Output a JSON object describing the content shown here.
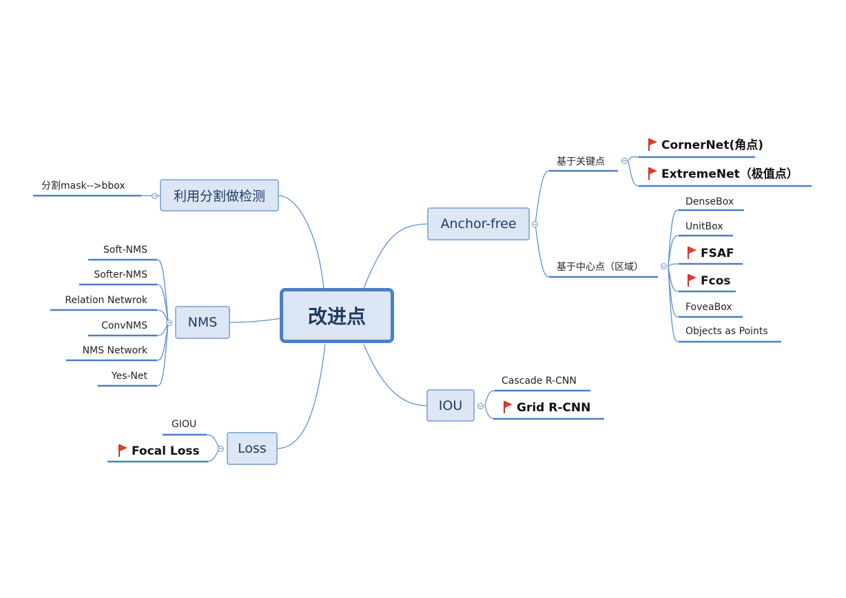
{
  "central": "改进点",
  "branches": {
    "anchor_free": {
      "label": "Anchor-free",
      "keypoint": {
        "label": "基于关键点",
        "items": [
          "CornerNet(角点)",
          "ExtremeNet（极值点）"
        ]
      },
      "center": {
        "label": "基于中心点（区域）",
        "items": [
          "DenseBox",
          "UnitBox",
          "FSAF",
          "Fcos",
          "FoveaBox",
          "Objects as Points"
        ]
      }
    },
    "iou": {
      "label": "IOU",
      "items": [
        "Cascade R-CNN",
        "Grid R-CNN"
      ]
    },
    "seg": {
      "label": "利用分割做检测",
      "items": [
        "分割mask-->bbox"
      ]
    },
    "nms": {
      "label": "NMS",
      "items": [
        "Soft-NMS",
        "Softer-NMS",
        "Relation Netwrok",
        "ConvNMS",
        "NMS Network",
        "Yes-Net"
      ]
    },
    "loss": {
      "label": "Loss",
      "items": [
        "GIOU",
        "Focal Loss"
      ]
    }
  },
  "colors": {
    "line": "#5b8fd6",
    "underline": "#4a7ec4",
    "flag": "#e53c2e",
    "node_fill": "#dce6f4"
  },
  "flagged_items": [
    "CornerNet(角点)",
    "ExtremeNet（极值点）",
    "FSAF",
    "Fcos",
    "Grid R-CNN",
    "Focal Loss"
  ]
}
